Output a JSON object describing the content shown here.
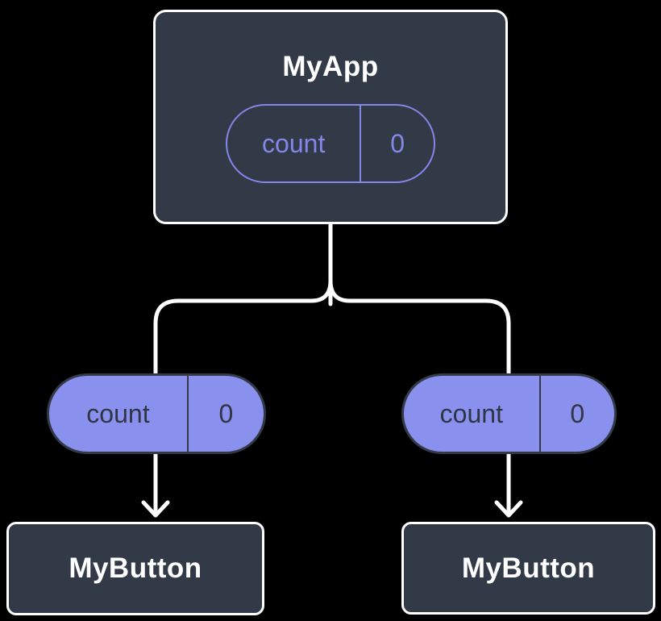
{
  "diagram": {
    "background": "#000000",
    "colors": {
      "background": "#000000",
      "node": "#333A47",
      "nodeBorder": "#FFFFFF",
      "wire": "#FFFFFF",
      "title": "#FFFFFF",
      "pillFill": "#8A90EE",
      "pillBorder": "#333A47",
      "pillText": "#2F3542",
      "outlinePill": "#8287E9"
    },
    "root": {
      "title": "MyApp",
      "state": {
        "name": "count",
        "value": "0"
      }
    },
    "props": [
      {
        "name": "count",
        "value": "0"
      },
      {
        "name": "count",
        "value": "0"
      }
    ],
    "children": [
      {
        "title": "MyButton"
      },
      {
        "title": "MyButton"
      }
    ]
  }
}
